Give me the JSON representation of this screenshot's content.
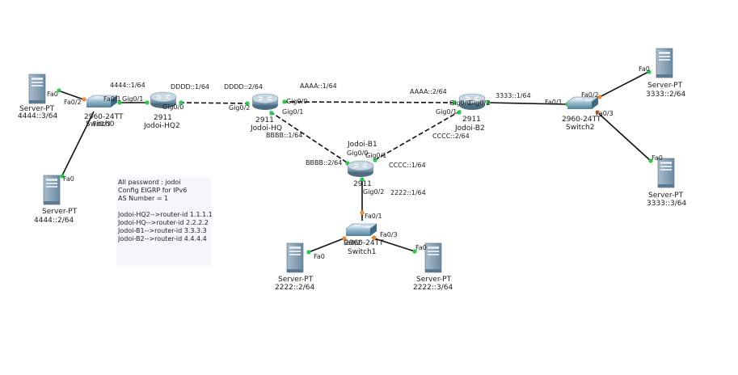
{
  "devices": {
    "hq2": {
      "model": "2911",
      "name": "Jodoi-HQ2"
    },
    "hq": {
      "model": "2911",
      "name": "Jodoi-HQ"
    },
    "b1": {
      "model": "2911",
      "name": "Jodoi-B1"
    },
    "b2": {
      "model": "2911",
      "name": "Jodoi-B2"
    },
    "sw0": {
      "model": "2960-24TT",
      "name": "Switch0"
    },
    "sw1": {
      "model": "2960-24TT",
      "name": "Switch1"
    },
    "sw2": {
      "model": "2960-24TT",
      "name": "Switch2"
    },
    "srv4444_3": {
      "model": "Server-PT",
      "addr": "4444::3/64"
    },
    "srv4444_2": {
      "model": "Server-PT",
      "addr": "4444::2/64"
    },
    "srv2222_2": {
      "model": "Server-PT",
      "addr": "2222::2/64"
    },
    "srv2222_3": {
      "model": "Server-PT",
      "addr": "2222::3/64"
    },
    "srv3333_2": {
      "model": "Server-PT",
      "addr": "3333::2/64"
    },
    "srv3333_3": {
      "model": "Server-PT",
      "addr": "3333::3/64"
    }
  },
  "ports": {
    "fa0": "Fa0",
    "fa0_2": "Fa0/2",
    "fa0_1": "Fa0/1",
    "fa0_3": "Fa0/3",
    "gig0_1": "Gig0/1",
    "gig0_0": "Gig0/0",
    "gig0_2": "Gig0/2",
    "gig0_0_short": "Gig0/0",
    "fa0_1_b1": "Fa0/1"
  },
  "networks": {
    "n4444_1": "4444::1/64",
    "dddd_1": "DDDD::1/64",
    "dddd_2": "DDDD::2/64",
    "aaaa_1": "AAAA::1/64",
    "aaaa_2": "AAAA::2/64",
    "n3333_1": "3333::1/64",
    "bbbb_1": "BBBB::1/64",
    "bbbb_2": "BBBB::2/64",
    "cccc_2": "CCCC::2/64",
    "cccc_1": "CCCC::1/64",
    "n2222_1": "2222::1/64"
  },
  "note": {
    "lines": [
      "All password : jodoi",
      "Config EIGRP for IPv6",
      "AS Number = 1",
      "",
      "Jodoi-HQ2-->router-id 1.1.1.1",
      "Jodoi-HQ-->router-id 2.2.2.2",
      "Jodoi-B1-->router-id 3.3.3.3",
      "Jodoi-B2-->router-id 4.4.4.4"
    ]
  },
  "colors": {
    "link": "#111111",
    "port_up": "#22cc44",
    "port_pending": "#ee8833",
    "router_body": "#7f9fb3",
    "switch_body": "#5f8ea8",
    "server_body": "#8aa2b4"
  }
}
